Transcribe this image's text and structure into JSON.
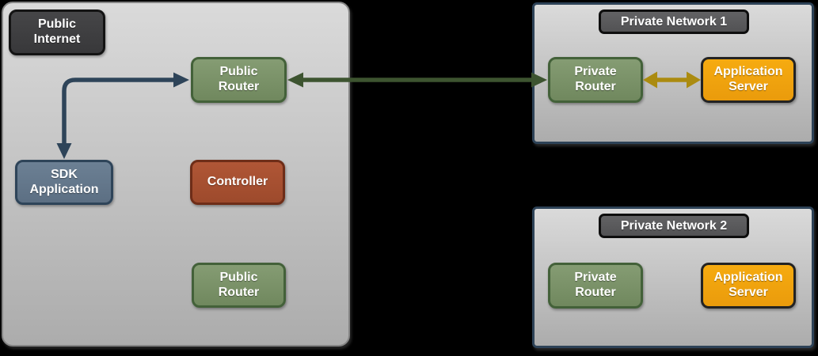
{
  "zones": {
    "public_internet": {
      "badge": "Public\nInternet",
      "nodes": {
        "public_router_top": "Public\nRouter",
        "sdk_application": "SDK\nApplication",
        "controller": "Controller",
        "public_router_bottom": "Public\nRouter"
      }
    },
    "private_network_1": {
      "title": "Private Network 1",
      "nodes": {
        "private_router": "Private\nRouter",
        "application_server": "Application\nServer"
      }
    },
    "private_network_2": {
      "title": "Private Network 2",
      "nodes": {
        "private_router": "Private\nRouter",
        "application_server": "Application\nServer"
      }
    }
  },
  "connections": [
    {
      "from": "sdk-application",
      "to": "public-router-top",
      "bidirectional": true,
      "color": "#2e4459"
    },
    {
      "from": "public-router-top",
      "to": "private-network-1-private-router",
      "bidirectional": true,
      "color": "#3d5430"
    },
    {
      "from": "private-network-1-private-router",
      "to": "private-network-1-application-server",
      "bidirectional": true,
      "color": "#ab8b10"
    }
  ],
  "colors": {
    "background": "#000000",
    "zone_fill_top": "#dadada",
    "zone_fill_bottom": "#acacac",
    "public_zone_border": "#858585",
    "private_zone_border": "#2d4257",
    "router_green_fill": "#7b9268",
    "router_green_border": "#436139",
    "sdk_slate_fill": "#64778b",
    "sdk_slate_border": "#2e4459",
    "controller_rust_fill": "#a75031",
    "controller_rust_border": "#6e2d18",
    "server_orange_fill": "#f1a20e",
    "server_orange_border": "#232323",
    "badge_dark_fill": "#3e3e40",
    "zone_title_fill": "#59595b",
    "arrow_navy": "#2e4459",
    "arrow_green": "#3d5430",
    "arrow_gold": "#ab8b10"
  }
}
